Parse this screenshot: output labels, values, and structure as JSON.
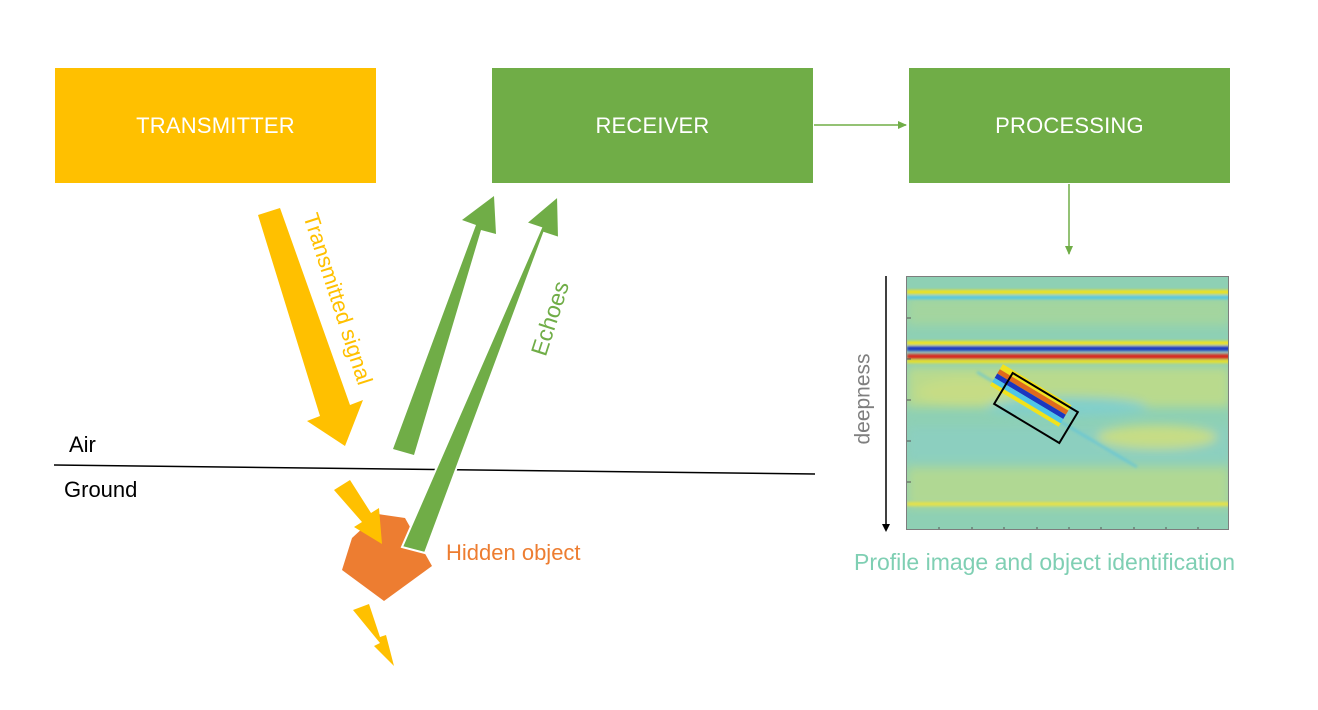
{
  "boxes": {
    "transmitter": "TRANSMITTER",
    "receiver": "RECEIVER",
    "processing": "PROCESSING"
  },
  "labels": {
    "transmitted_signal": "Transmitted signal",
    "echoes": "Echoes",
    "air": "Air",
    "ground": "Ground",
    "hidden_object": "Hidden object",
    "deepness": "deepness",
    "profile_caption": "Profile image and object identification"
  },
  "colors": {
    "transmitter": "#ffc000",
    "receiver": "#70ad47",
    "processing": "#70ad47",
    "hidden_object": "#ed7d31",
    "caption": "#7fcfb3",
    "deepness": "#7f7f7f"
  }
}
